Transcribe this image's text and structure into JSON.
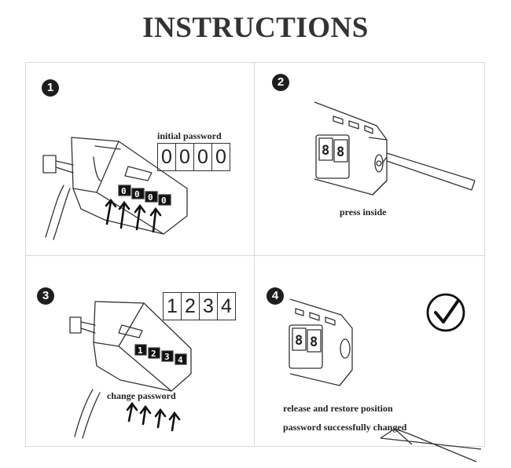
{
  "title": "INSTRUCTIONS",
  "steps": [
    {
      "number": "1",
      "caption": "initial password",
      "code": [
        "0",
        "0",
        "0",
        "0"
      ]
    },
    {
      "number": "2",
      "caption": "press inside",
      "dial_digits": [
        "8",
        "8"
      ]
    },
    {
      "number": "3",
      "caption": "change password",
      "code": [
        "1",
        "2",
        "3",
        "4"
      ]
    },
    {
      "number": "4",
      "caption_line1": "release and restore position",
      "caption_line2": "password successfully changed",
      "dial_digits": [
        "8",
        "8"
      ]
    }
  ]
}
